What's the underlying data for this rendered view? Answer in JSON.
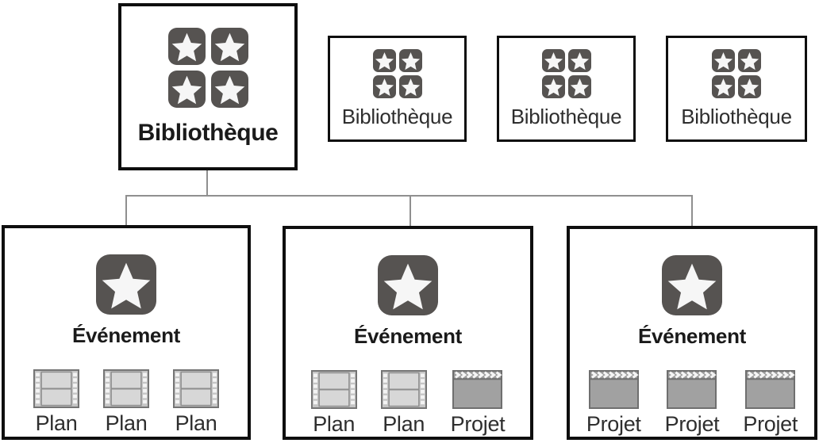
{
  "libraries": {
    "main": {
      "label": "Bibliothèque",
      "icon": "star-grid-icon"
    },
    "others": [
      {
        "label": "Bibliothèque",
        "icon": "star-grid-icon"
      },
      {
        "label": "Bibliothèque",
        "icon": "star-grid-icon"
      },
      {
        "label": "Bibliothèque",
        "icon": "star-grid-icon"
      }
    ]
  },
  "events": [
    {
      "label": "Événement",
      "icon": "star-icon",
      "items": [
        {
          "label": "Plan",
          "icon": "film-strip-icon"
        },
        {
          "label": "Plan",
          "icon": "film-strip-icon"
        },
        {
          "label": "Plan",
          "icon": "film-strip-icon"
        }
      ]
    },
    {
      "label": "Événement",
      "icon": "star-icon",
      "items": [
        {
          "label": "Plan",
          "icon": "film-strip-icon"
        },
        {
          "label": "Plan",
          "icon": "film-strip-icon"
        },
        {
          "label": "Projet",
          "icon": "clapperboard-icon"
        }
      ]
    },
    {
      "label": "Événement",
      "icon": "star-icon",
      "items": [
        {
          "label": "Projet",
          "icon": "clapperboard-icon"
        },
        {
          "label": "Projet",
          "icon": "clapperboard-icon"
        },
        {
          "label": "Projet",
          "icon": "clapperboard-icon"
        }
      ]
    }
  ],
  "colors": {
    "box_border": "#0e0e0e",
    "star_tile": "#565351",
    "star": "#f6f6f6",
    "connector_line": "#8f8f8f",
    "film_body": "#c5c5c5",
    "film_frame": "#d7d7d7",
    "clapper_body": "#a1a1a1",
    "text_bold": "#1a1a1a",
    "text_regular": "#2e2e2e"
  }
}
